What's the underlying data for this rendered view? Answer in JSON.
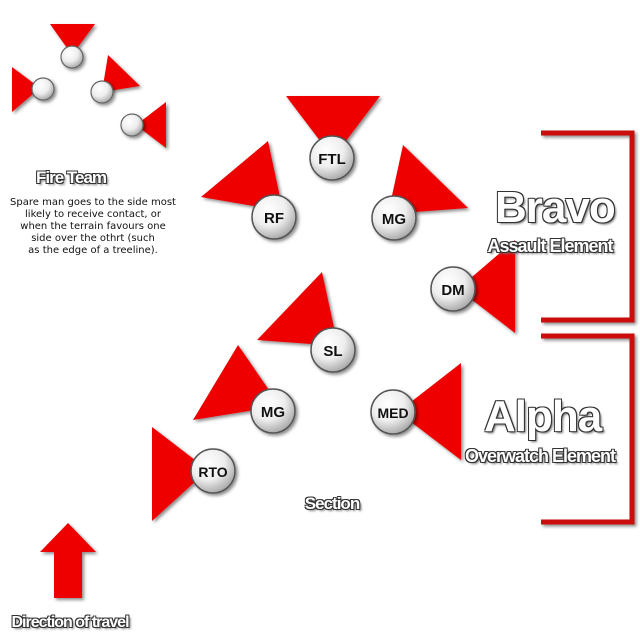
{
  "colors": {
    "marker_fill": "#ee0000",
    "bracket": "#cc1111",
    "circle_light": "#ffffff",
    "circle_dark": "#aaaaaa",
    "text": "#111111"
  },
  "fire_team": {
    "title": "Fire Team",
    "note_lines": [
      "Spare man goes to the side most",
      "likely to receive contact, or",
      "when the terrain favours one",
      "side over the othrt (such",
      "as the edge of a treeline)."
    ]
  },
  "bravo": {
    "title": "Bravo",
    "subtitle": "Assault Element"
  },
  "alpha": {
    "title": "Alpha",
    "subtitle": "Overwatch Element"
  },
  "section_label": "Section",
  "direction_label": "Direction of travel",
  "icons": {
    "direction": "up-arrow-icon",
    "member": "red-wedge-with-circle-icon",
    "bracket": "bracket-icon"
  },
  "members": [
    {
      "id": "ftl",
      "label": "FTL"
    },
    {
      "id": "rf",
      "label": "RF"
    },
    {
      "id": "mg-bravo",
      "label": "MG"
    },
    {
      "id": "dm",
      "label": "DM"
    },
    {
      "id": "sl",
      "label": "SL"
    },
    {
      "id": "mg-alpha",
      "label": "MG"
    },
    {
      "id": "med",
      "label": "MED"
    },
    {
      "id": "rto",
      "label": "RTO"
    }
  ]
}
